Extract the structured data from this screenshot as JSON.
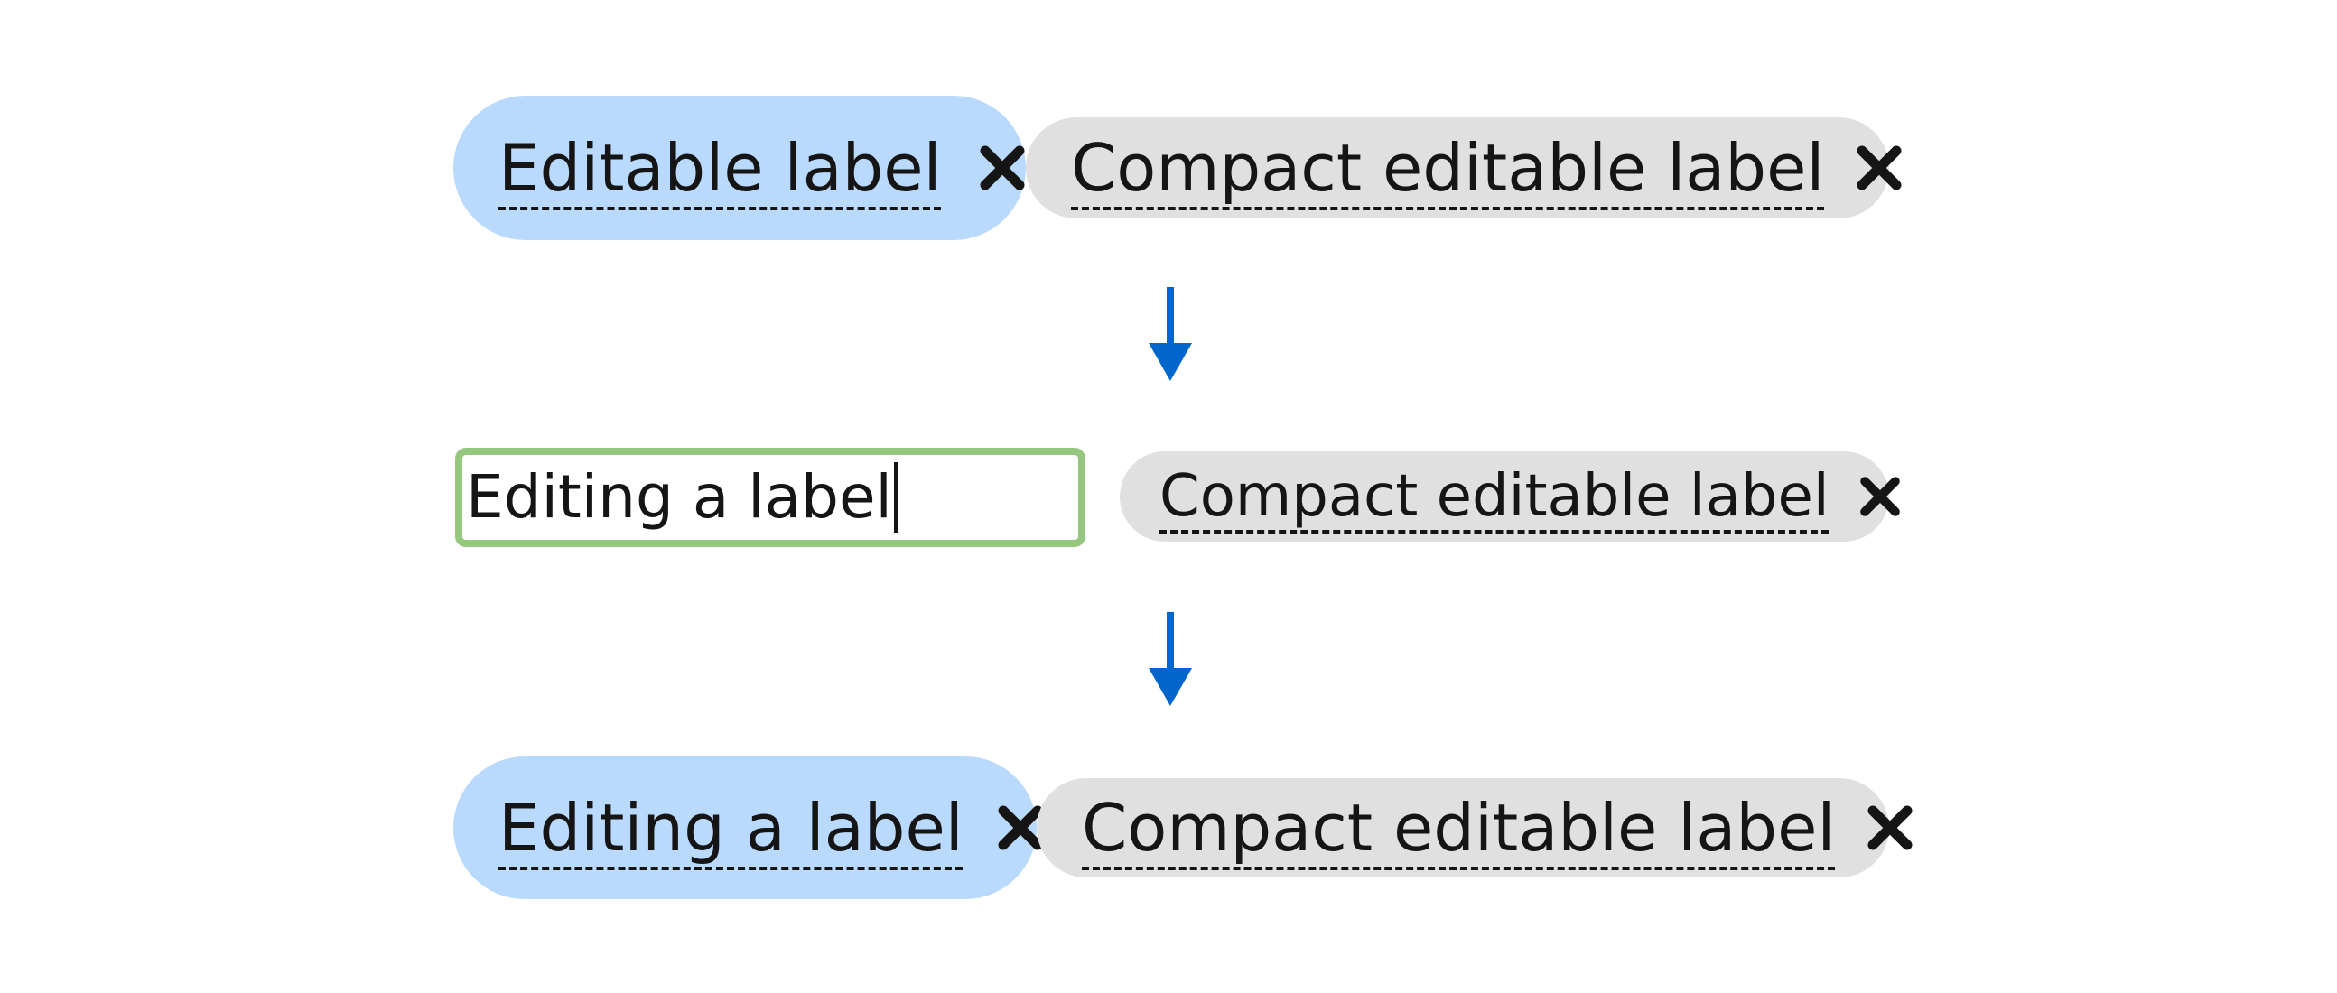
{
  "row1": {
    "editable_chip": {
      "label": "Editable label",
      "close_icon": "close-icon"
    },
    "compact_chip": {
      "label": "Compact editable label",
      "close_icon": "close-icon"
    }
  },
  "row2": {
    "edit_input": {
      "value": "Editing a label"
    },
    "compact_chip": {
      "label": "Compact editable label",
      "close_icon": "close-icon"
    }
  },
  "row3": {
    "editable_chip": {
      "label": "Editing a label",
      "close_icon": "close-icon"
    },
    "compact_chip": {
      "label": "Compact editable label",
      "close_icon": "close-icon"
    }
  },
  "colors": {
    "chip_blue": "#b9dafc",
    "chip_gray": "#e0e0e0",
    "edit_border": "#95c77e",
    "arrow": "#0066cc",
    "text": "#151515"
  }
}
